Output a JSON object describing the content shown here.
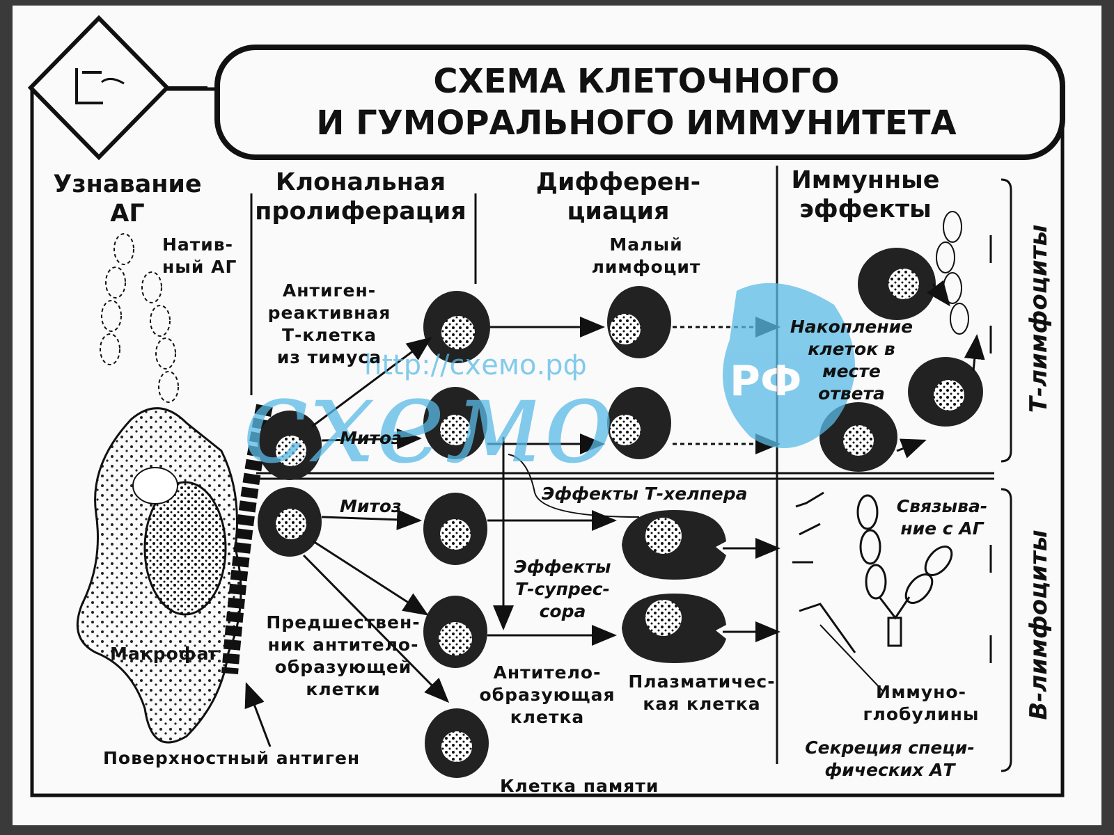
{
  "title": {
    "line1": "СХЕМА КЛЕТОЧНОГО",
    "line2": "И ГУМОРАЛЬНОГО ИММУНИТЕТА"
  },
  "columns": {
    "col1": [
      "Узнавание",
      "АГ"
    ],
    "col2": [
      "Клональная",
      "пролиферация"
    ],
    "col3": [
      "Дифферен-",
      "циация"
    ],
    "col4": [
      "Иммунные",
      "эффекты"
    ]
  },
  "side_labels": {
    "t": "Т-лимфоциты",
    "b": "В-лимфоциты"
  },
  "labels": {
    "native_ag": [
      "Натив-",
      "ный АГ"
    ],
    "antigen_reactive": [
      "Антиген-",
      "реактивная",
      "Т-клетка",
      "из тимуса"
    ],
    "small_lymph": [
      "Малый",
      "лимфоцит"
    ],
    "accumulation": [
      "Накопление",
      "клеток в",
      "месте",
      "ответа"
    ],
    "mitosis1": "Митоз",
    "mitosis2": "Митоз",
    "helper": "Эффекты Т-хелпера",
    "binding": [
      "Связыва-",
      "ние с АГ"
    ],
    "suppressor": [
      "Эффекты",
      "Т-супрес-",
      "сора"
    ],
    "precursor": [
      "Предшествен-",
      "ник антитело-",
      "образующей",
      "клетки"
    ],
    "macrophage": "Макрофаг",
    "ab_cell": [
      "Антитело-",
      "образующая",
      "клетка"
    ],
    "plasma": [
      "Плазматичес-",
      "кая клетка"
    ],
    "immunoglobulins": [
      "Иммуно-",
      "глобулины"
    ],
    "secretion": [
      "Секреция специ-",
      "фических АТ"
    ],
    "surface_ag": "Поверхностный антиген",
    "memory": "Клетка памяти"
  },
  "watermark": {
    "url": "http://схемо.рф",
    "logo": "схемо",
    "rf": "РФ"
  }
}
